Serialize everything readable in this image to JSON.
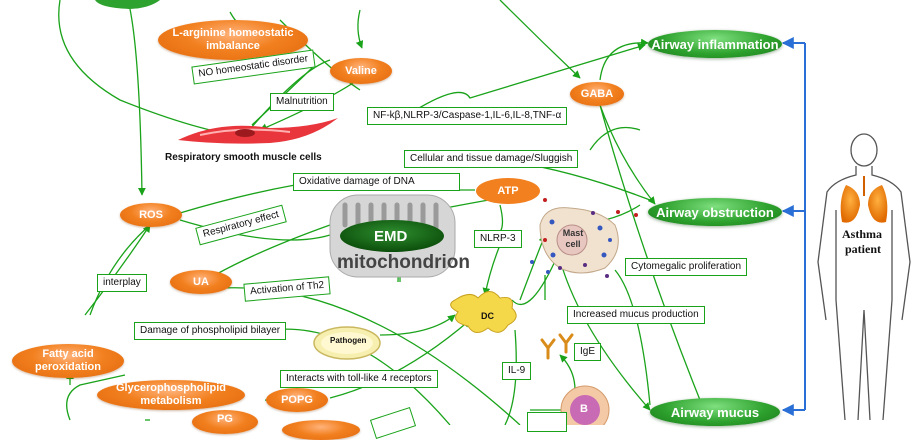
{
  "nodes": {
    "l_arginine": "L-arginine homeostatic imbalance",
    "valine": "Valine",
    "gaba": "GABA",
    "ros": "ROS",
    "atp": "ATP",
    "ua": "UA",
    "fatty_acid": "Fatty acid peroxidation",
    "glycerophospholipid": "Glycerophospholipid metabolism",
    "pg": "PG",
    "popg": "POPG",
    "pathogen": "Pathogen",
    "dc": "DC",
    "mast_cell": "Mast cell",
    "b_cell": "B",
    "smooth_muscle": "Respiratory smooth muscle cells",
    "emd": "EMD",
    "mitochondrion": "mitochondrion"
  },
  "labels": {
    "no_disorder": "NO homeostatic disorder",
    "malnutrition": "Malnutrition",
    "nfkb": "NF-kβ,NLRP-3/Caspase-1,IL-6,IL-8,TNF-α",
    "cellular_damage": "Cellular and tissue damage/Sluggish",
    "oxidative": "Oxidative damage of DNA",
    "respiratory_effect": "Respiratory effect",
    "nlrp3": "NLRP-3",
    "interplay": "interplay",
    "activation_th2": "Activation of Th2",
    "cytomegalic": "Cytomegalic proliferation",
    "damage_phospholipid": "Damage of phospholipid bilayer",
    "increased_mucus": "Increased mucus production",
    "toll_like": "Interacts with toll-like 4 receptors",
    "ige": "IgE",
    "il9": "IL-9"
  },
  "outcomes": {
    "inflammation": "Airway inflammation",
    "obstruction": "Airway obstruction",
    "mucus": "Airway mucus"
  },
  "patient": {
    "label_line1": "Asthma",
    "label_line2": "patient"
  },
  "colors": {
    "arrow_green": "#1aa31a",
    "arrow_blue": "#2a6fd6",
    "node_orange": "#f2801f",
    "outcome_green": "#2ea22e"
  }
}
